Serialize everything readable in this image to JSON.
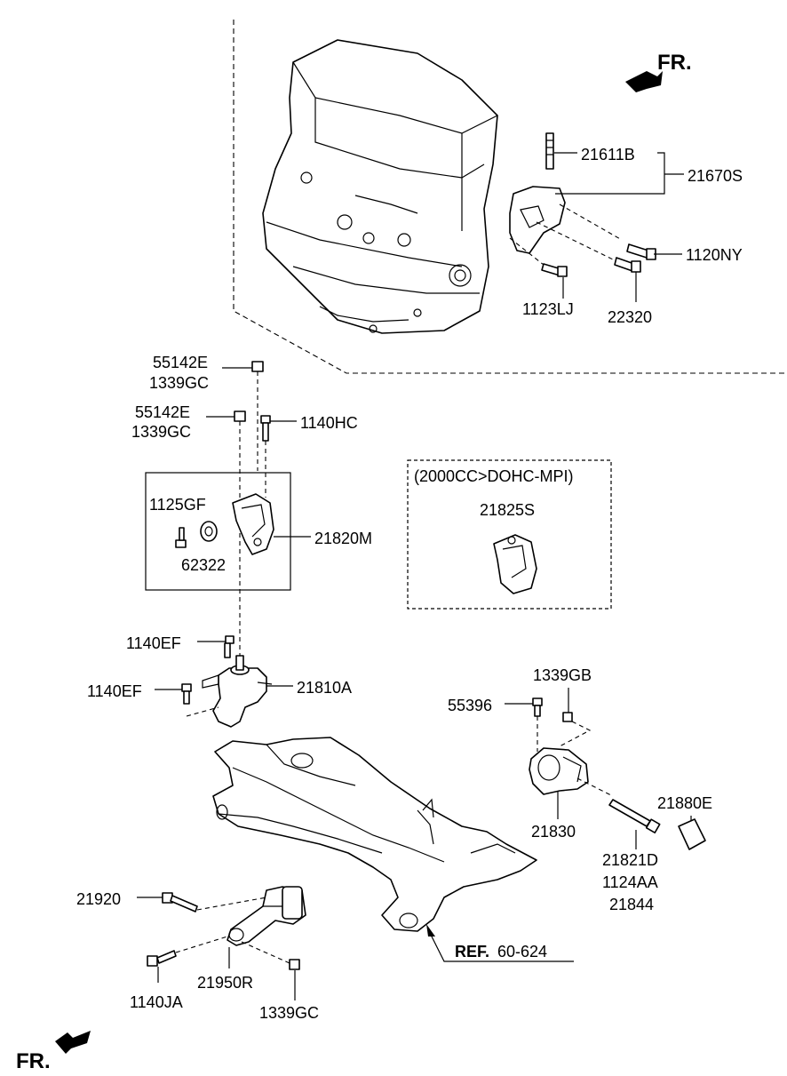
{
  "orientation": {
    "top_label": "FR.",
    "bottom_label": "FR."
  },
  "variant_box": {
    "title": "(2000CC>DOHC-MPI)"
  },
  "parts": {
    "p21611B": "21611B",
    "p21670S": "21670S",
    "p1120NY": "1120NY",
    "p1123LJ": "1123LJ",
    "p22320": "22320",
    "p55142E_a": "55142E",
    "p1339GC_a": "1339GC",
    "p55142E_b": "55142E",
    "p1339GC_b": "1339GC",
    "p1140HC": "1140HC",
    "p1125GF": "1125GF",
    "p62322": "62322",
    "p21820M": "21820M",
    "p21825S": "21825S",
    "p1140EF_a": "1140EF",
    "p1140EF_b": "1140EF",
    "p21810A": "21810A",
    "p1339GB": "1339GB",
    "p55396": "55396",
    "p21830": "21830",
    "p21880E": "21880E",
    "p21821D": "21821D",
    "p1124AA": "1124AA",
    "p21844": "21844",
    "p21920": "21920",
    "p1140JA": "1140JA",
    "p21950R": "21950R",
    "p1339GC_c": "1339GC"
  },
  "reference": {
    "prefix": "REF.",
    "number": "60-624"
  }
}
